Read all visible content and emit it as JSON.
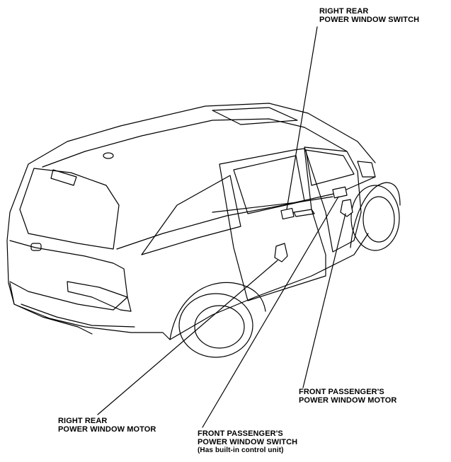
{
  "callouts": {
    "right_rear_switch": {
      "line1": "RIGHT REAR",
      "line2": "POWER WINDOW SWITCH"
    },
    "front_passenger_motor": {
      "line1": "FRONT PASSENGER'S",
      "line2": "POWER WINDOW MOTOR"
    },
    "right_rear_motor": {
      "line1": "RIGHT REAR",
      "line2": "POWER WINDOW MOTOR"
    },
    "front_passenger_switch": {
      "line1": "FRONT PASSENGER'S",
      "line2": "POWER WINDOW SWITCH",
      "note": "(Has built-in control unit)"
    }
  }
}
